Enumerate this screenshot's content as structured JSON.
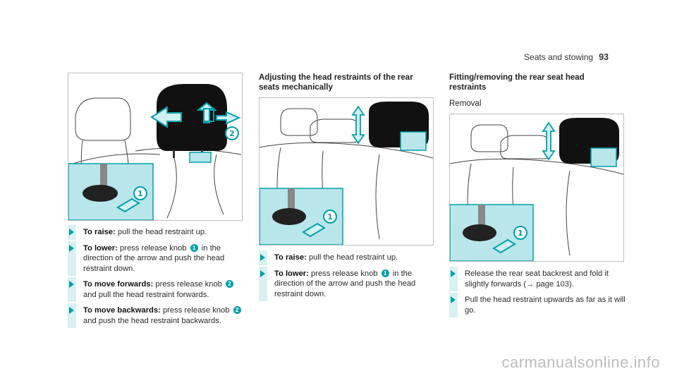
{
  "header": {
    "section": "Seats and stowing",
    "page": "93"
  },
  "col1": {
    "steps": [
      {
        "bold": "To raise:",
        "parts": [
          " pull the head restraint up."
        ]
      },
      {
        "bold": "To lower:",
        "parts": [
          " press release knob ",
          "1",
          " in the direction of the arrow and push the head restraint down."
        ]
      },
      {
        "bold": "To move forwards:",
        "parts": [
          " press release knob ",
          "2",
          " and pull the head restraint forwards."
        ]
      },
      {
        "bold": "To move backwards:",
        "parts": [
          " press release knob ",
          "2",
          " and push the head restraint backwards."
        ]
      }
    ]
  },
  "col2": {
    "heading": "Adjusting the head restraints of the rear seats mechanically",
    "steps": [
      {
        "bold": "To raise:",
        "parts": [
          " pull the head restraint up."
        ]
      },
      {
        "bold": "To lower:",
        "parts": [
          " press release knob ",
          "1",
          " in the direction of the arrow and push the head restraint down."
        ]
      }
    ]
  },
  "col3": {
    "heading": "Fitting/removing the rear seat head restraints",
    "subheading": "Removal",
    "steps": [
      {
        "bold": "",
        "parts": [
          "Release the rear seat backrest and fold it slightly forwards (→ page 103)."
        ]
      },
      {
        "bold": "",
        "parts": [
          "Pull the head restraint upwards as far as it will go."
        ]
      }
    ]
  },
  "watermark": "carmanualsonline.info",
  "colors": {
    "accent": "#00a0aa",
    "highlight": "#b8e6ea",
    "restraint": "#111111"
  }
}
